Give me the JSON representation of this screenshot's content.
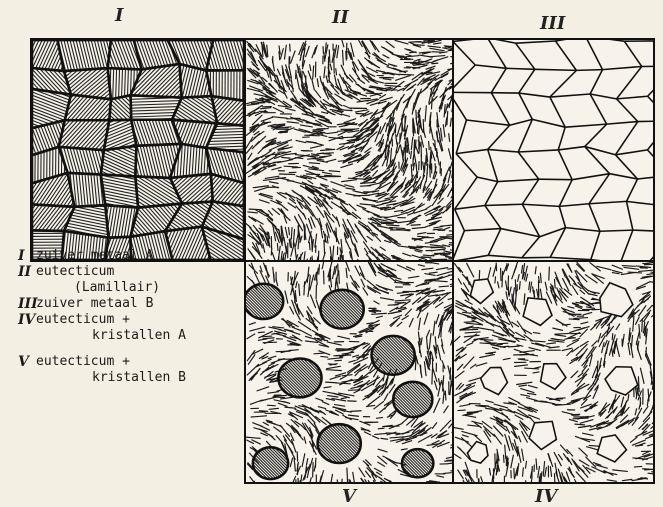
{
  "numerals": {
    "p1": "I",
    "p2": "II",
    "p3": "III",
    "p4": "V",
    "p5": "IV"
  },
  "legend": [
    {
      "num": "I",
      "text": "zuiver metaal A",
      "cont": ""
    },
    {
      "num": "II",
      "text": "eutecticum",
      "cont": "(Lamillair)"
    },
    {
      "num": "III",
      "text": "zuiver metaal B",
      "cont": ""
    },
    {
      "num": "IV",
      "text": "eutecticum +",
      "cont": "kristallen A"
    },
    {
      "num": "V",
      "text": "eutecticum +",
      "cont": "kristallen B"
    }
  ]
}
